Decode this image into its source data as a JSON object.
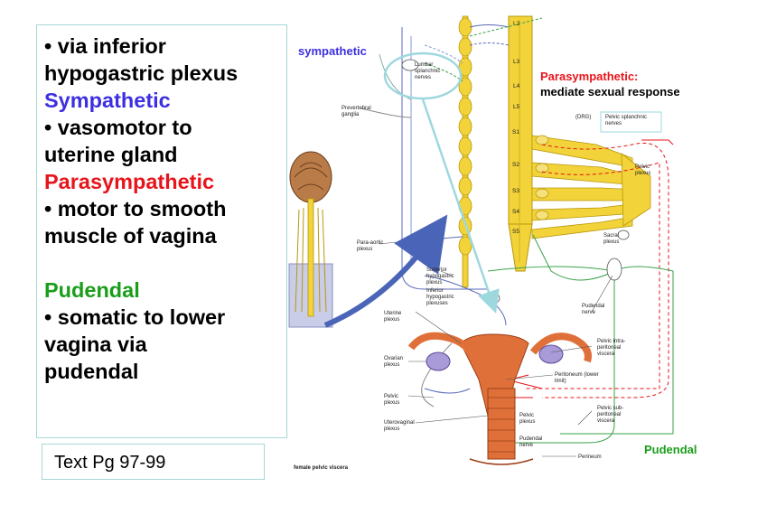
{
  "text_panel": {
    "lines": [
      {
        "text": "• via inferior",
        "color": "#000000"
      },
      {
        "text": "hypogastric plexus",
        "color": "#000000"
      },
      {
        "text": "Sympathetic",
        "color": "#3d2fe0"
      },
      {
        "text": "• vasomotor to",
        "color": "#000000"
      },
      {
        "text": "uterine gland",
        "color": "#000000"
      },
      {
        "text": "Parasympathetic",
        "color": "#e8141b"
      },
      {
        "text": "• motor to smooth",
        "color": "#000000"
      },
      {
        "text": "muscle of vagina",
        "color": "#000000"
      },
      {
        "text": "Pudendal",
        "color": "#1a9e1a"
      },
      {
        "text": "• somatic to lower",
        "color": "#000000"
      },
      {
        "text": "vagina via",
        "color": "#000000"
      },
      {
        "text": "pudendal",
        "color": "#000000"
      }
    ]
  },
  "reference": "Text Pg 97-99",
  "overlays": {
    "sympathetic": "sympathetic",
    "parasympathetic": "Parasympathetic:",
    "mediate": "mediate sexual response",
    "pudendal": "Pudendal"
  },
  "figure": {
    "segments": [
      "L2",
      "L3",
      "L4",
      "L5",
      "S1",
      "S2",
      "S3",
      "S4",
      "S5"
    ],
    "labels": {
      "lumbar": [
        "Lumbar",
        "splanchnic",
        "nerves"
      ],
      "prevertebral": [
        "Prevertebral",
        "ganglia"
      ],
      "drg": "(DRG)",
      "pelvic_splanchnic": [
        "Pelvic splanchnic",
        "nerves"
      ],
      "pelvic_plexus_r": [
        "Pelvic",
        "plexus"
      ],
      "sacral_plexus": [
        "Sacral",
        "plexus"
      ],
      "para_aortic": [
        "Para-aortic",
        "plexus"
      ],
      "superior_hypogastric": [
        "Superior",
        "hypogastric",
        "plexus"
      ],
      "inferior_hypogastric": [
        "Inferior",
        "hypogastric",
        "plexuses"
      ],
      "uterine_plexus": [
        "Uterine",
        "plexus"
      ],
      "pudendal_nerve_r": [
        "Pudendal",
        "nerve"
      ],
      "ovarian_plexus": [
        "Ovarian",
        "plexus"
      ],
      "pelvic_plexus_l": [
        "Pelvic",
        "plexus"
      ],
      "uterovaginal": [
        "Uterovaginal",
        "plexus"
      ],
      "pelvic_intra": [
        "Pelvic intra-",
        "peritoneal",
        "viscera"
      ],
      "peritoneum": [
        "Peritoneum (lower",
        "limit)"
      ],
      "pelvic_plexus_c": [
        "Pelvic",
        "plexus"
      ],
      "pudendal_nerve_c": [
        "Pudendal",
        "nerve"
      ],
      "pelvic_sub": [
        "Pelvic sub-",
        "peritoneal",
        "viscera"
      ],
      "perineum": "Perineum",
      "caption": "female pelvic viscera"
    }
  },
  "colors": {
    "spinal_cord": "#f2d33a",
    "sympathetic": "#3d2fe0",
    "parasympathetic": "#e8141b",
    "pudendal": "#1a9e1a",
    "highlight": "#9ed8df",
    "arrow": "#4a64b8",
    "uterus": "#e0703a"
  }
}
